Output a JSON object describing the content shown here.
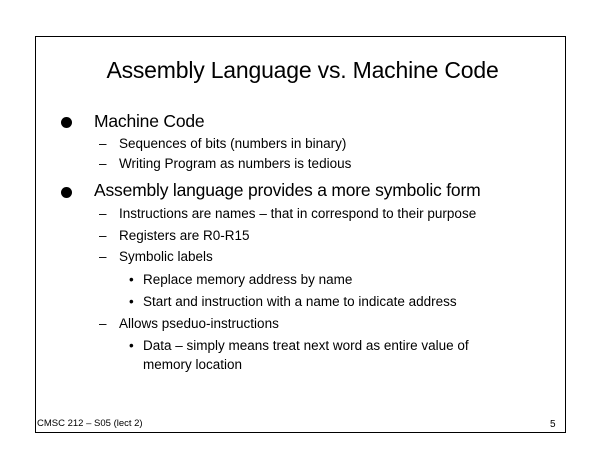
{
  "slide": {
    "title": "Assembly Language vs. Machine Code",
    "bullets": [
      {
        "text": "Machine Code",
        "subitems": [
          {
            "text": "Sequences of bits (numbers in binary)"
          },
          {
            "text": "Writing Program as numbers is tedious"
          }
        ]
      },
      {
        "text": "Assembly language provides a more symbolic form",
        "subitems": [
          {
            "text": "Instructions are names – that in correspond to their purpose"
          },
          {
            "text": "Registers are R0-R15"
          },
          {
            "text": "Symbolic labels",
            "subitems": [
              {
                "text": "Replace memory address by name"
              },
              {
                "text": "Start and instruction with a name to indicate address"
              }
            ]
          },
          {
            "text": "Allows pseduo-instructions",
            "subitems": [
              {
                "text": "Data – simply means treat next word as entire value of",
                "continuation": "memory location"
              }
            ]
          }
        ]
      }
    ],
    "dash_glyph": "–",
    "dot_glyph": "•"
  },
  "footer": {
    "course": "CMSC 212 – S05 (lect 2)",
    "page_number": "5"
  }
}
